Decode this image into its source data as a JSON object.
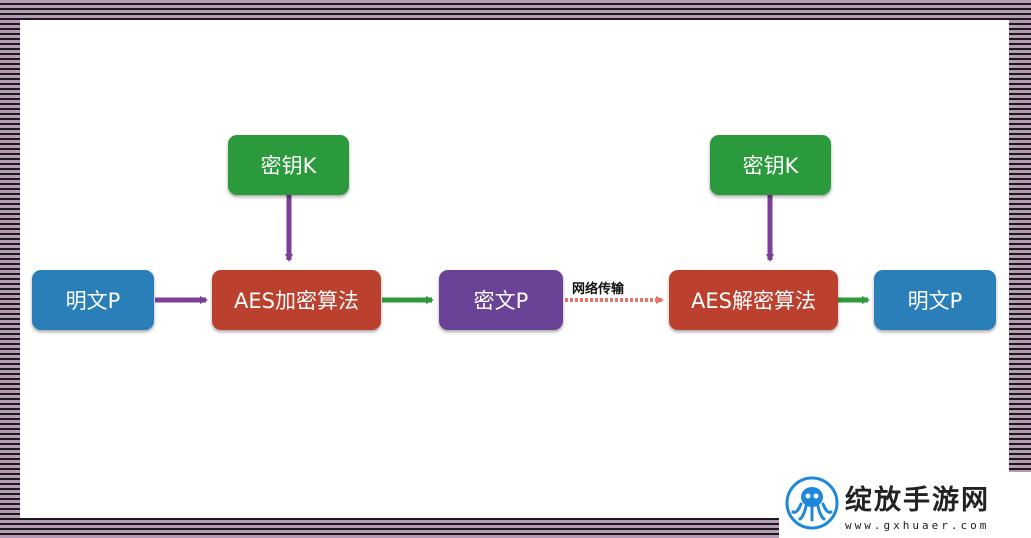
{
  "diagram": {
    "nodes": {
      "plaintext_in": "明文P",
      "key_encrypt": "密钥K",
      "aes_encrypt": "AES加密算法",
      "ciphertext": "密文P",
      "key_decrypt": "密钥K",
      "aes_decrypt": "AES解密算法",
      "plaintext_out": "明文P"
    },
    "edges": [
      {
        "from": "plaintext_in",
        "to": "aes_encrypt",
        "color": "#7b3f98"
      },
      {
        "from": "key_encrypt",
        "to": "aes_encrypt",
        "color": "#7b3f98"
      },
      {
        "from": "aes_encrypt",
        "to": "ciphertext",
        "color": "#2e9a3a"
      },
      {
        "from": "ciphertext",
        "to": "aes_decrypt",
        "color": "#e8736a",
        "label": "网络传输"
      },
      {
        "from": "key_decrypt",
        "to": "aes_decrypt",
        "color": "#7b3f98"
      },
      {
        "from": "aes_decrypt",
        "to": "plaintext_out",
        "color": "#2e9a3a"
      }
    ],
    "transfer_label": "网络传输",
    "colors": {
      "key": "#2a9a3c",
      "plaintext": "#2a7fb8",
      "algorithm": "#bb402e",
      "ciphertext": "#6a4397"
    }
  },
  "watermark": {
    "title": "绽放手游网",
    "url": "www.gxhuaer.com",
    "icon": "octopus-logo-icon"
  }
}
